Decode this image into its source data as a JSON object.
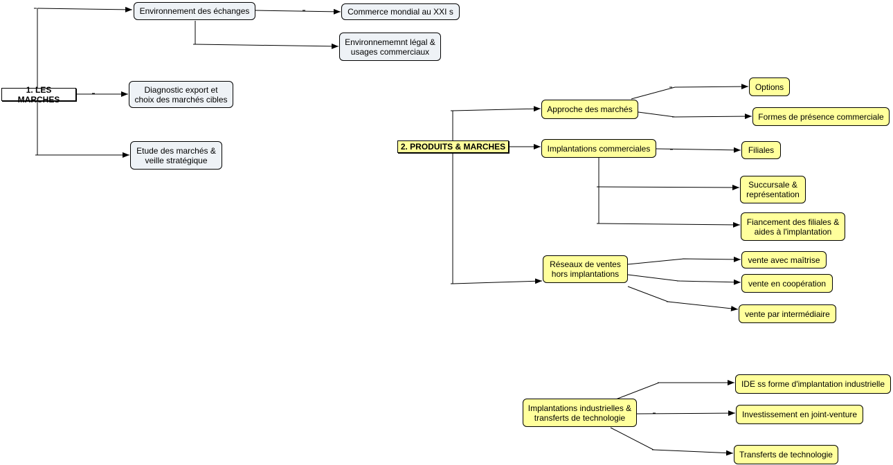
{
  "map": {
    "root1": {
      "label": "1. LES MARCHES"
    },
    "root2": {
      "label": "2. PRODUITS & MARCHES"
    },
    "env_echanges": {
      "label": "Environnement des échanges"
    },
    "commerce_mondial": {
      "label": "Commerce mondial au XXI s"
    },
    "env_legal": {
      "label": "Environnememnt légal &\nusages commerciaux"
    },
    "diagnostic": {
      "label": "Diagnostic export et\nchoix des marchés cibles"
    },
    "etude": {
      "label": "Etude des marchés &\nveille stratégique"
    },
    "approche": {
      "label": "Approche des marchés"
    },
    "options": {
      "label": "Options"
    },
    "formes": {
      "label": "Formes de présence commerciale"
    },
    "implantations_com": {
      "label": "Implantations commerciales"
    },
    "filiales": {
      "label": "Filiales"
    },
    "succursale": {
      "label": "Succursale &\nreprésentation"
    },
    "financement": {
      "label": "Fiancement des filiales &\naides à l'implantation"
    },
    "reseaux": {
      "label": "Réseaux de ventes\nhors implantations"
    },
    "vente_maitrise": {
      "label": "vente avec maîtrise"
    },
    "vente_cooperation": {
      "label": "vente en coopération"
    },
    "vente_intermediaire": {
      "label": "vente par intermédiaire"
    },
    "impl_industrielles": {
      "label": "Implantations industrielles &\ntransferts de technologie"
    },
    "ide": {
      "label": "IDE ss forme d'implantation industrielle"
    },
    "joint_venture": {
      "label": "Investissement en joint-venture"
    },
    "transferts": {
      "label": "Transferts de technologie"
    }
  },
  "colors": {
    "gray_node": "#eef2f6",
    "yellow_node": "#ffff9c",
    "line": "#000000"
  }
}
